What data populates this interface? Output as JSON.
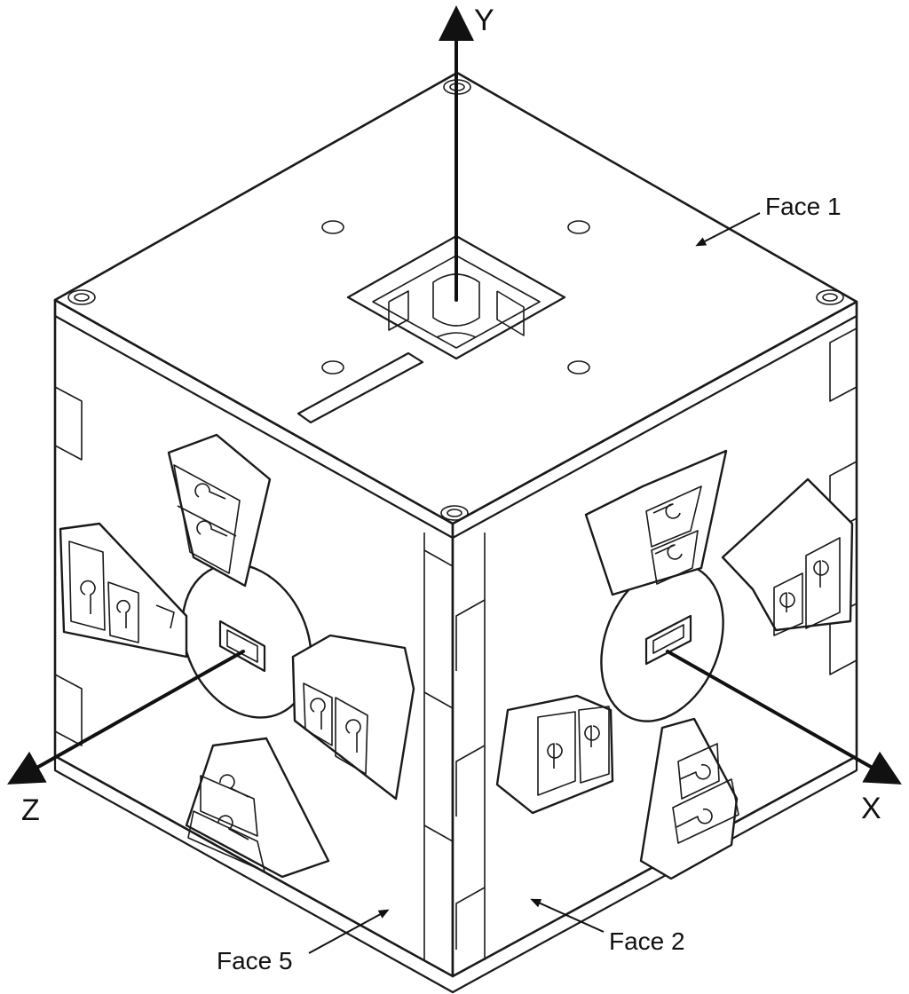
{
  "axes": {
    "y": "Y",
    "x": "X",
    "z": "Z"
  },
  "faces": {
    "face1": "Face 1",
    "face2": "Face 2",
    "face5": "Face 5"
  },
  "colors": {
    "line": "#1a1a1a",
    "background": "#ffffff"
  }
}
